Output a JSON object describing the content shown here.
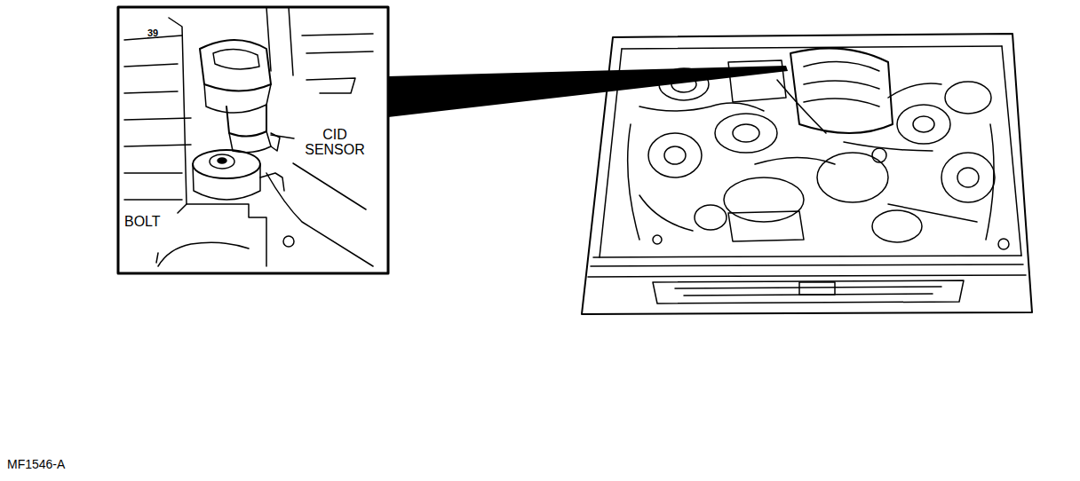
{
  "diagram": {
    "labels": [
      "39",
      "CID SENSOR",
      "BOLT",
      "MF1546-A"
    ]
  }
}
